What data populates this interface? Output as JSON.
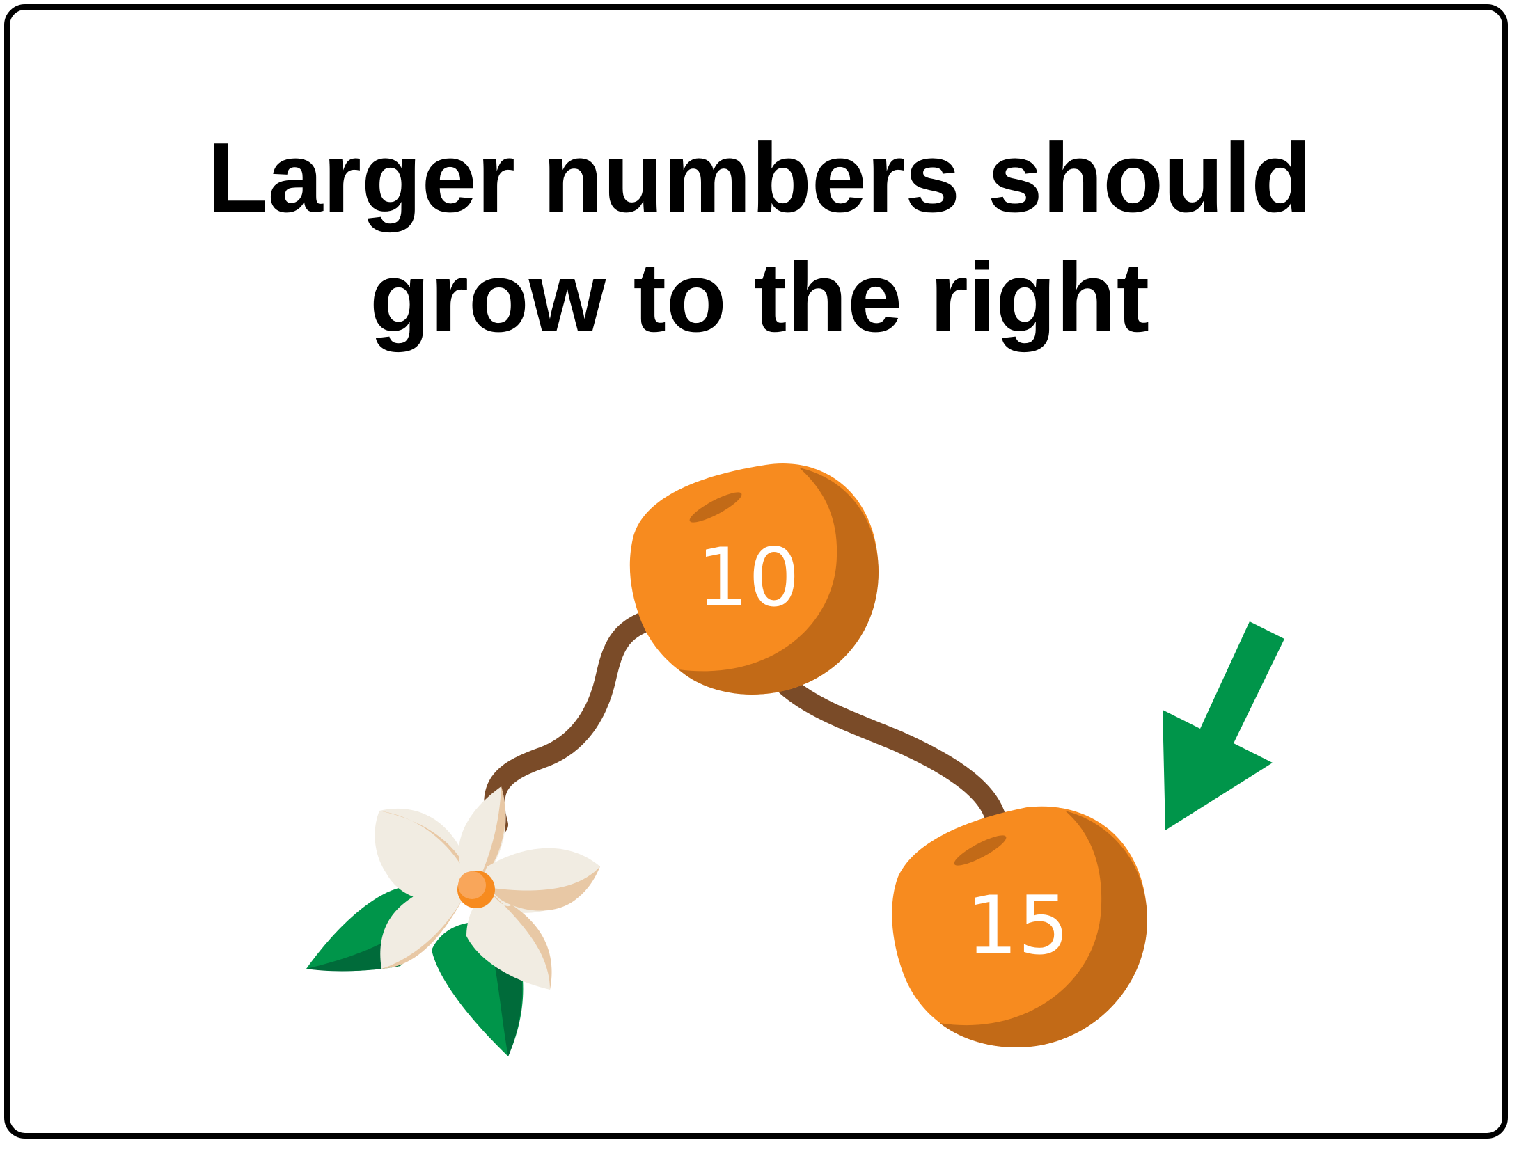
{
  "title": {
    "line1": "Larger numbers should",
    "line2": "grow to the right"
  },
  "tree": {
    "root": {
      "value": "10"
    },
    "right_child": {
      "value": "15"
    }
  },
  "colors": {
    "fruit": "#F78B1F",
    "fruit_shade": "#C26A17",
    "branch": "#7A4B28",
    "leaf": "#00954A",
    "leaf_dark": "#006B3A",
    "petal": "#F1ECE2",
    "petal_shade": "#E8C8A5",
    "arrow": "#00954A",
    "border": "#000000"
  }
}
